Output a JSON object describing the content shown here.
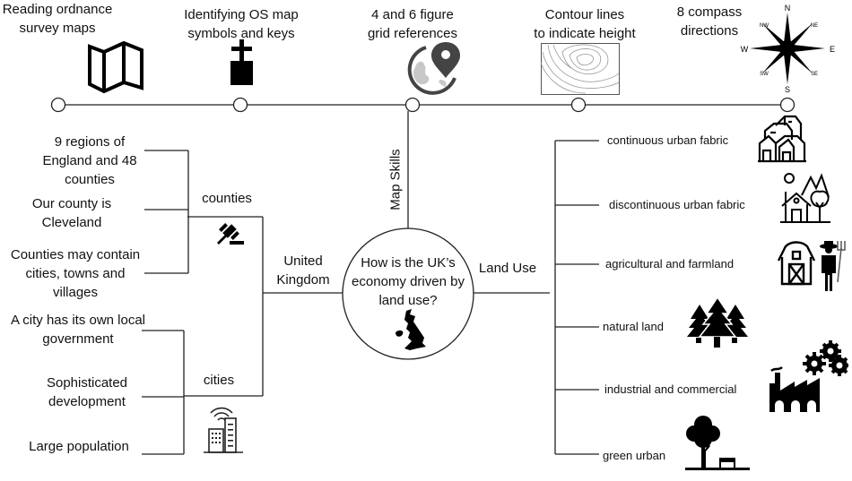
{
  "central": {
    "question_line1": "How is the UK’s",
    "question_line2": "economy driven by",
    "question_line3": "land use?",
    "icon": "uk-map-icon"
  },
  "branches": {
    "map_skills": "Map Skills",
    "united_kingdom_line1": "United",
    "united_kingdom_line2": "Kingdom",
    "land_use": "Land Use"
  },
  "map_skills_items": [
    {
      "line1": "Reading ordnance",
      "line2": "survey maps",
      "icon": "folded-map-icon"
    },
    {
      "line1": "Identifying OS map",
      "line2": "symbols and keys",
      "icon": "church-symbol-icon"
    },
    {
      "line1": "4 and 6 figure",
      "line2": "grid references",
      "icon": "location-pin-globe-icon"
    },
    {
      "line1": "Contour lines",
      "line2": "to indicate height",
      "icon": "contour-map-icon"
    },
    {
      "line1": "8 compass",
      "line2": "directions",
      "icon": "compass-rose-icon"
    }
  ],
  "compass_labels": {
    "n": "N",
    "ne": "NE",
    "e": "E",
    "se": "SE",
    "s": "S",
    "sw": "SW",
    "w": "W",
    "nw": "NW"
  },
  "uk": {
    "counties": {
      "label": "counties",
      "icon": "gavel-icon",
      "items": [
        {
          "lines": [
            "9 regions of",
            "England and 48",
            "counties"
          ]
        },
        {
          "lines": [
            "Our county is",
            "Cleveland"
          ]
        },
        {
          "lines": [
            "Counties may contain",
            "cities, towns and",
            "villages"
          ]
        }
      ]
    },
    "cities": {
      "label": "cities",
      "icon": "smart-city-icon",
      "items": [
        {
          "lines": [
            "A city has its own local",
            "government"
          ]
        },
        {
          "lines": [
            "Sophisticated",
            "development"
          ]
        },
        {
          "lines": [
            "Large population"
          ]
        }
      ]
    }
  },
  "land_use_items": [
    {
      "label": "continuous urban fabric",
      "icon": "dense-houses-icon"
    },
    {
      "label": "discontinuous urban fabric",
      "icon": "house-trees-icon"
    },
    {
      "label": "agricultural and farmland",
      "icon": "barn-farmer-icon"
    },
    {
      "label": "natural land",
      "icon": "pine-trees-icon"
    },
    {
      "label": "industrial and commercial",
      "icon": "factory-gears-icon"
    },
    {
      "label": "green urban",
      "icon": "park-tree-bench-icon"
    }
  ]
}
